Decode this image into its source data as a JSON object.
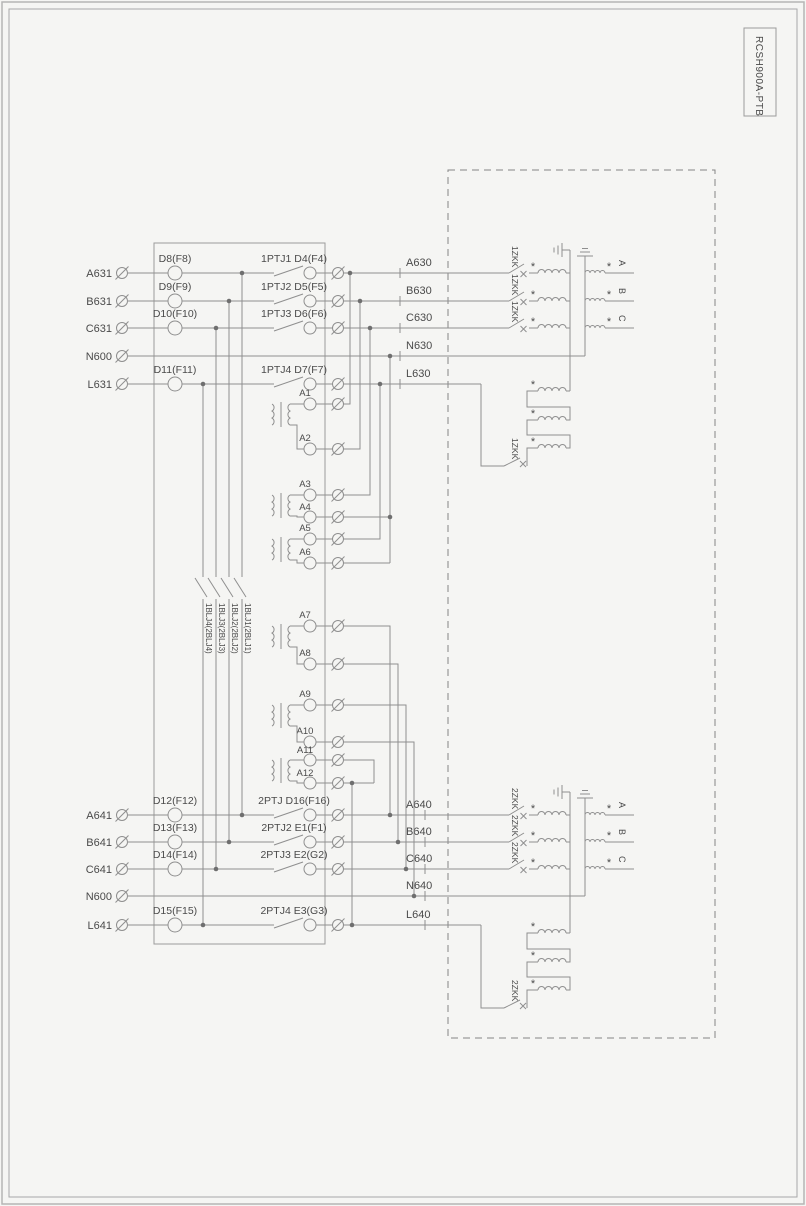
{
  "title_block": "RCSH900A-PTB",
  "symbols": {
    "polarity": "*"
  },
  "top": {
    "zkk": "1ZKK",
    "phases": [
      "A",
      "B",
      "C"
    ],
    "feeders": [
      {
        "terminal": "A631",
        "fuse": "D8(F8)",
        "switch": "1PTJ1 D4(F4)",
        "bus": "A630"
      },
      {
        "terminal": "B631",
        "fuse": "D9(F9)",
        "switch": "1PTJ2 D5(F5)",
        "bus": "B630"
      },
      {
        "terminal": "C631",
        "fuse": "D10(F10)",
        "switch": "1PTJ3 D6(F6)",
        "bus": "C630"
      },
      {
        "terminal": "N600",
        "fuse": "",
        "switch": "",
        "bus": "N630"
      },
      {
        "terminal": "L631",
        "fuse": "D11(F11)",
        "switch": "1PTJ4 D7(F7)",
        "bus": "L630"
      }
    ]
  },
  "bottom": {
    "zkk": "2ZKK",
    "phases": [
      "A",
      "B",
      "C"
    ],
    "feeders": [
      {
        "terminal": "A641",
        "fuse": "D12(F12)",
        "switch": "2PTJ D16(F16)",
        "bus": "A640"
      },
      {
        "terminal": "B641",
        "fuse": "D13(F13)",
        "switch": "2PTJ2 E1(F1)",
        "bus": "B640"
      },
      {
        "terminal": "C641",
        "fuse": "D14(F14)",
        "switch": "2PTJ3 E2(G2)",
        "bus": "C640"
      },
      {
        "terminal": "N600",
        "fuse": "",
        "switch": "",
        "bus": "N640"
      },
      {
        "terminal": "L641",
        "fuse": "D15(F15)",
        "switch": "2PTJ4 E3(G3)",
        "bus": "L640"
      }
    ]
  },
  "terminals": [
    "A1",
    "A2",
    "A3",
    "A4",
    "A5",
    "A6",
    "A7",
    "A8",
    "A9",
    "A10",
    "A11",
    "A12"
  ],
  "blj": [
    "1BLJ4(2BLJ4)",
    "1BLJ3(2BLJ3)",
    "1BLJ2(2BLJ2)",
    "1BLJ1(2BLJ1)"
  ],
  "colors": {
    "wire": "#8f8f8f",
    "text": "#4a4a4a",
    "background": "#f5f5f3"
  }
}
